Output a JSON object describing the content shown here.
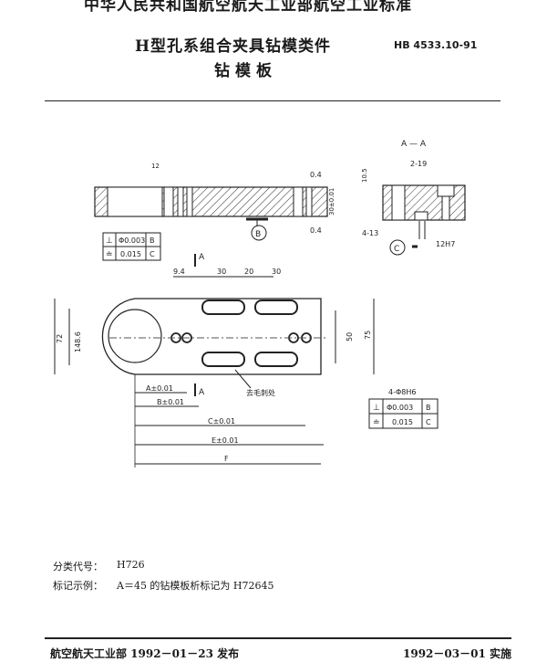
{
  "header": {
    "top_banner": "中华人民共和国航空航天工业部航空工业标准",
    "title_line1": "H型孔系组合夹具钻模类件",
    "title_line2": "钻模板",
    "standard_number": "HB 4533.10-91"
  },
  "drawing": {
    "section_label": "A — A",
    "datum_labels": [
      "B",
      "C"
    ],
    "section_marks": [
      "A",
      "A"
    ],
    "dims_top": [
      "30",
      "20",
      "30"
    ],
    "dim_94": "9.4",
    "dim_72": "72",
    "dim_148": "148.6",
    "dim_50": "50",
    "dim_75": "75",
    "dim_A": "A±0.01",
    "dim_B": "B±0.01",
    "dim_C": "C±0.01",
    "dim_E": "E±0.01",
    "dim_F": "F",
    "dim_2_19": "2-19",
    "dim_4_13": "4-13",
    "dim_105": "10.5",
    "dim_30_side": "30±0.01",
    "dim_12h7": "12H7",
    "dim_4_phi": "4-Φ8H6",
    "roughness_marks": [
      "0.4",
      "0.4"
    ],
    "callout_text": "去毛刺处",
    "tol_frame_left": {
      "row1": [
        "⊥",
        "Φ0.003",
        "B"
      ],
      "row2": [
        "≐",
        "0.015",
        "C"
      ]
    },
    "tol_frame_right": {
      "row1": [
        "⊥",
        "Φ0.003",
        "B"
      ],
      "row2": [
        "≐",
        "0.015",
        "C"
      ]
    }
  },
  "notes": {
    "class_label": "分类代号：",
    "class_value": "H726",
    "example_label": "标记示例：",
    "example_value": "A＝45 的钻模板析标记为 H72645"
  },
  "footer": {
    "issuer": "航空航天工业部 1992－01－23 发布",
    "effective": "1992－03－01 实施"
  }
}
